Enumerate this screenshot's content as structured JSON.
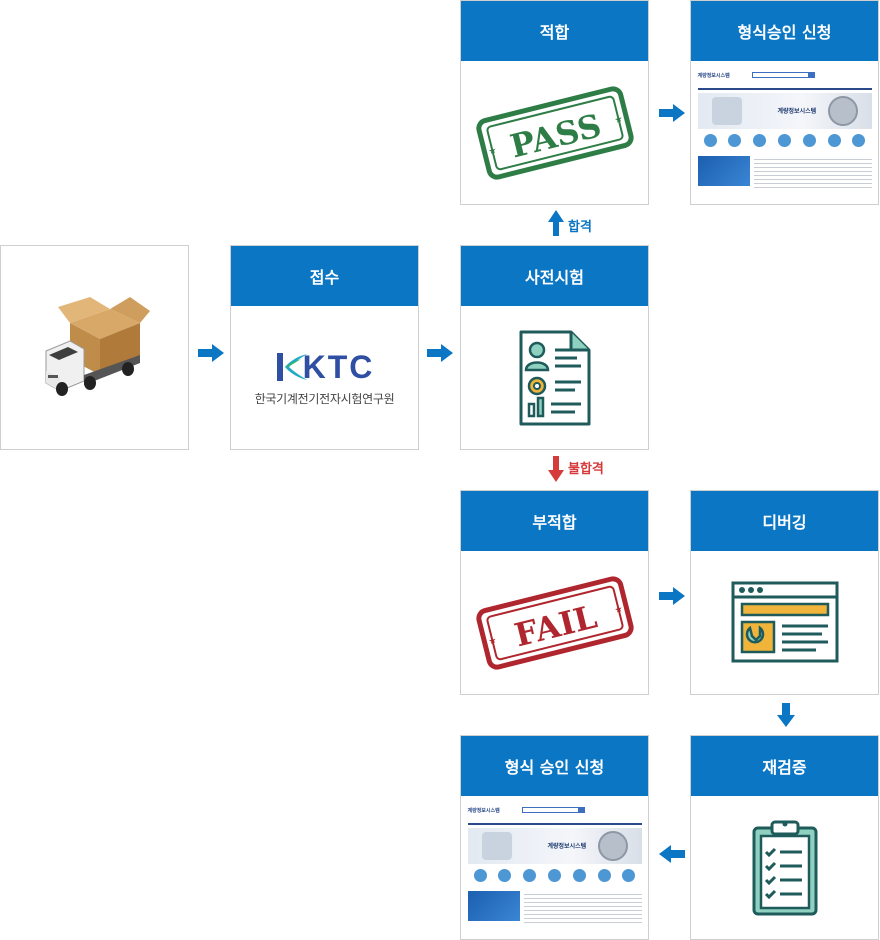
{
  "steps": {
    "receipt": "접수",
    "pretest": "사전시험",
    "pass_box": "적합",
    "apply_top": "형식승인 신청",
    "fail_box": "부적합",
    "debug": "디버깅",
    "retest": "재검증",
    "apply_bottom": "형식 승인 신청"
  },
  "labels": {
    "pass": "합격",
    "fail": "불합격"
  },
  "stamps": {
    "pass": "PASS",
    "fail": "FAIL"
  },
  "ktc": {
    "logo": "KTC",
    "name": "한국기계전기전자시험연구원"
  },
  "site": {
    "brand": "계량정보시스템",
    "banner": "계량정보시스템"
  },
  "colors": {
    "header": "#0a76c4",
    "arrow_blue": "#0a76c4",
    "arrow_red": "#d63b3b",
    "stamp_green": "#2e7d46",
    "stamp_red": "#b0262e",
    "icon_teal": "#1e5b5a"
  }
}
